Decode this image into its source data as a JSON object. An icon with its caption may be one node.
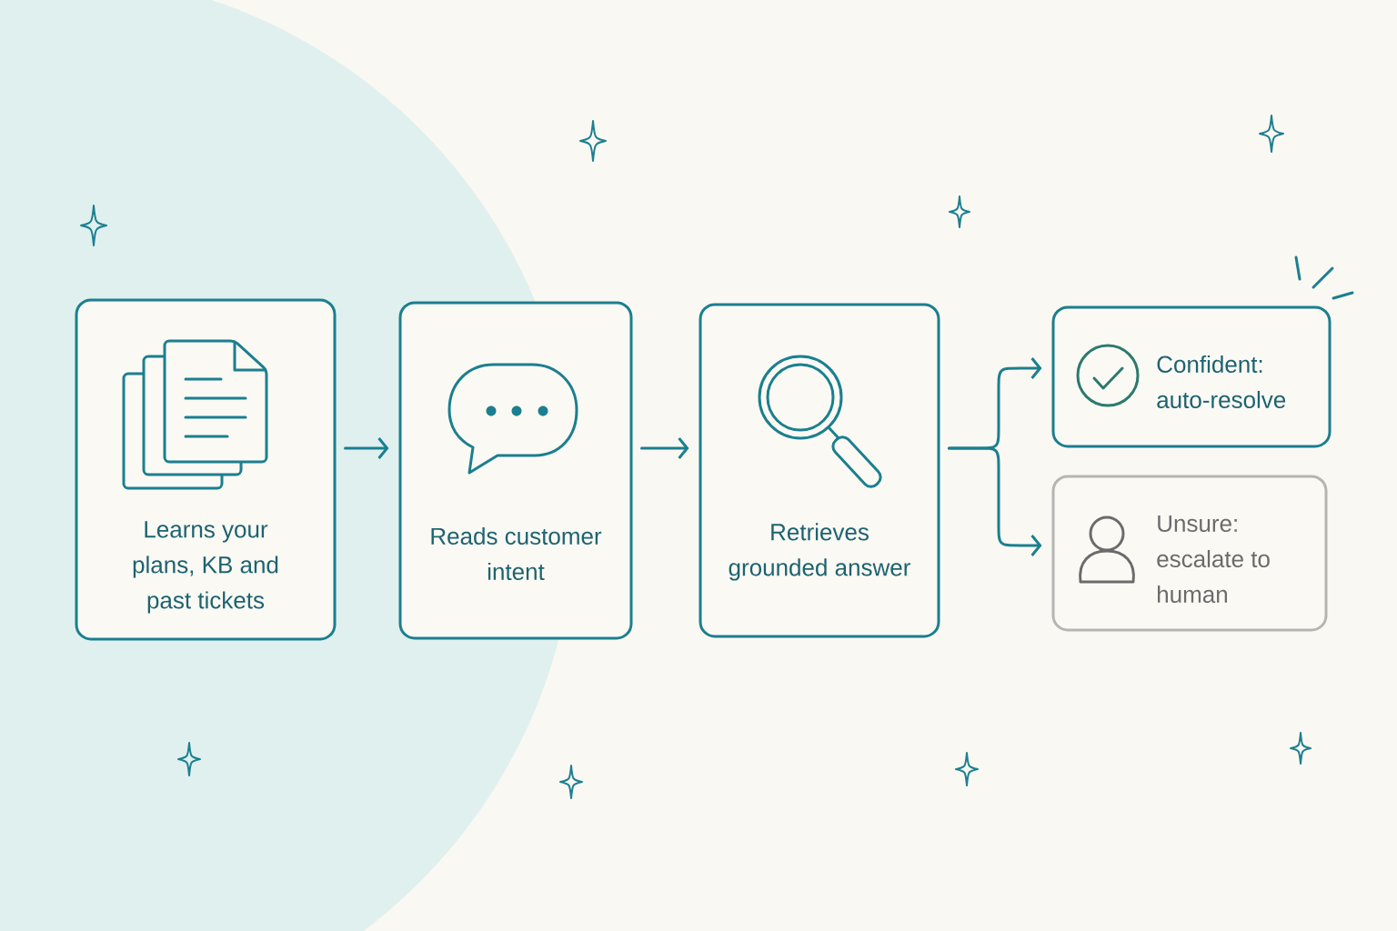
{
  "diagram": {
    "nodes": [
      {
        "text": [
          "Learns your plans, KB and past tickets"
        ]
      },
      {
        "text": [
          "Reads customer intent"
        ]
      },
      {
        "text": [
          "Retrieves grounded answer"
        ]
      },
      {
        "text": [
          "Confident: auto-resolve"
        ]
      },
      {
        "text": [
          "Unsure: escalate to human"
        ]
      }
    ],
    "edges": [
      {
        "from": 0,
        "to": 1,
        "arrow": "to"
      },
      {
        "from": 1,
        "to": 2,
        "arrow": "to"
      },
      {
        "from": 2,
        "to": 3,
        "arrow": "to"
      },
      {
        "from": 2,
        "to": 4,
        "arrow": "to"
      }
    ]
  }
}
